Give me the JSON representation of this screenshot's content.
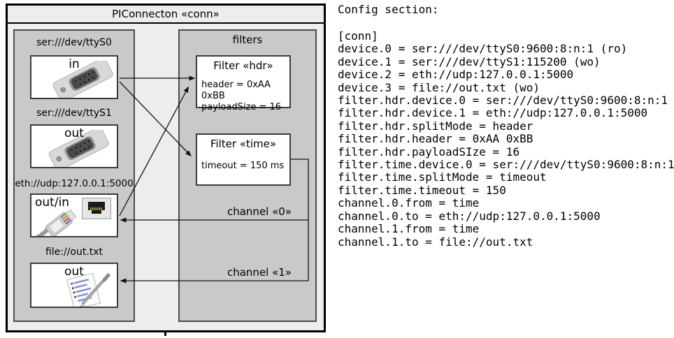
{
  "diagram": {
    "title": "PIConnecton «conn»",
    "filters_panel_title": "filters",
    "devices": [
      {
        "url": "ser:///dev/ttyS0",
        "direction": "in",
        "icon": "serial-connector-icon"
      },
      {
        "url": "ser:///dev/ttyS1",
        "direction": "out",
        "icon": "serial-connector-icon"
      },
      {
        "url": "eth://udp:127.0.0.1:5000",
        "direction": "out/in",
        "icon": "ethernet-plug-icon"
      },
      {
        "url": "file://out.txt",
        "direction": "out",
        "icon": "notepad-pen-icon"
      }
    ],
    "filters": [
      {
        "title": "Filter «hdr»",
        "props": [
          "header = 0xAA 0xBB",
          "payloadSize = 16"
        ]
      },
      {
        "title": "Filter «time»",
        "props": [
          "timeout = 150 ms"
        ]
      }
    ],
    "channels": [
      {
        "label": "channel «0»"
      },
      {
        "label": "channel «1»"
      }
    ],
    "colors": {
      "outer_bg": "#ededed",
      "panel_bg": "#c9c9c9",
      "panel_border": "#4b4b4b",
      "box_bg": "#ffffff",
      "box_border": "#3c3c3c",
      "line": "#111111"
    }
  },
  "config": {
    "heading": "Config section:",
    "lines": [
      "[conn]",
      "device.0 = ser:///dev/ttyS0:9600:8:n:1 (ro)",
      "device.1 = ser:///dev/ttyS1:115200 (wo)",
      "device.2 = eth://udp:127.0.0.1:5000",
      "device.3 = file://out.txt (wo)",
      "filter.hdr.device.0 = ser:///dev/ttyS0:9600:8:n:1",
      "filter.hdr.device.1 = eth://udp:127.0.0.1:5000",
      "filter.hdr.splitMode = header",
      "filter.hdr.header = 0xAA 0xBB",
      "filter.hdr.payloadSIze = 16",
      "filter.time.device.0 = ser:///dev/ttyS0:9600:8:n:1",
      "filter.time.splitMode = timeout",
      "filter.time.timeout = 150",
      "channel.0.from = time",
      "channel.0.to = eth://udp:127.0.0.1:5000",
      "channel.1.from = time",
      "channel.1.to = file://out.txt"
    ]
  }
}
